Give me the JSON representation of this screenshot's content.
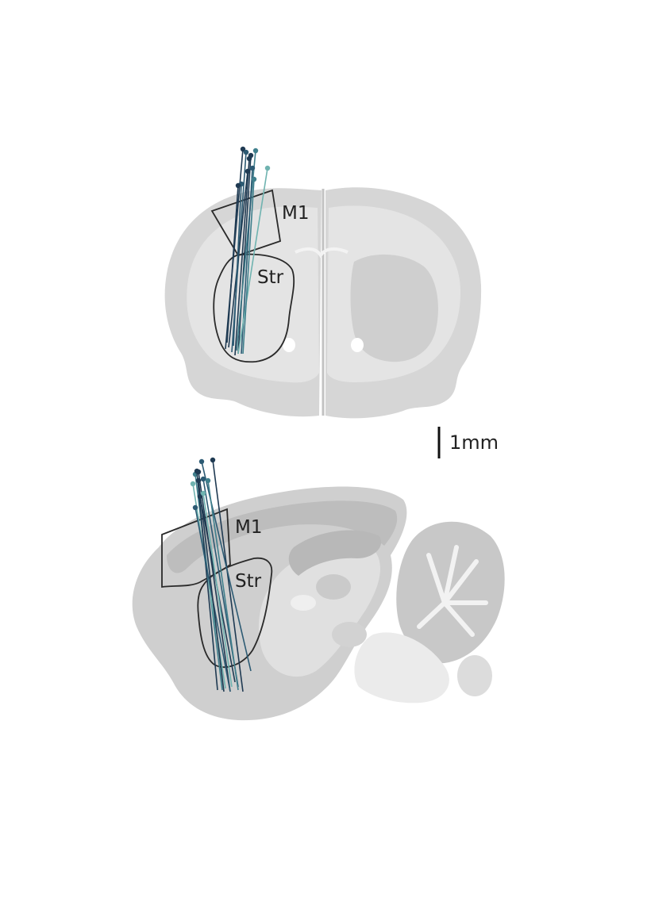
{
  "colors": {
    "background": "#ffffff",
    "tissue_outer": "#d9d9d9",
    "tissue_inner": "#e3e3e3",
    "tissue_dark": "#c7c7c7",
    "outline": "#2a2a2a",
    "probe_colors": [
      "#1f3a52",
      "#2c5a73",
      "#3f7f8c",
      "#6fb3b0",
      "#8cc7c2"
    ]
  },
  "coronal_section": {
    "regions": {
      "m1": "M1",
      "str": "Str"
    }
  },
  "sagittal_section": {
    "regions": {
      "m1": "M1",
      "str": "Str"
    }
  },
  "scale_bar": {
    "label": "1mm"
  },
  "probe_tracks": {
    "coronal": [
      {
        "color": 0
      },
      {
        "color": 1
      },
      {
        "color": 0
      },
      {
        "color": 2
      },
      {
        "color": 1
      },
      {
        "color": 0
      },
      {
        "color": 3
      },
      {
        "color": 0
      },
      {
        "color": 1
      },
      {
        "color": 2
      },
      {
        "color": 0
      }
    ],
    "sagittal": [
      {
        "color": 0
      },
      {
        "color": 1
      },
      {
        "color": 2
      },
      {
        "color": 0
      },
      {
        "color": 3
      },
      {
        "color": 1
      },
      {
        "color": 0
      },
      {
        "color": 2
      },
      {
        "color": 0
      },
      {
        "color": 1
      },
      {
        "color": 3
      },
      {
        "color": 0
      }
    ]
  }
}
